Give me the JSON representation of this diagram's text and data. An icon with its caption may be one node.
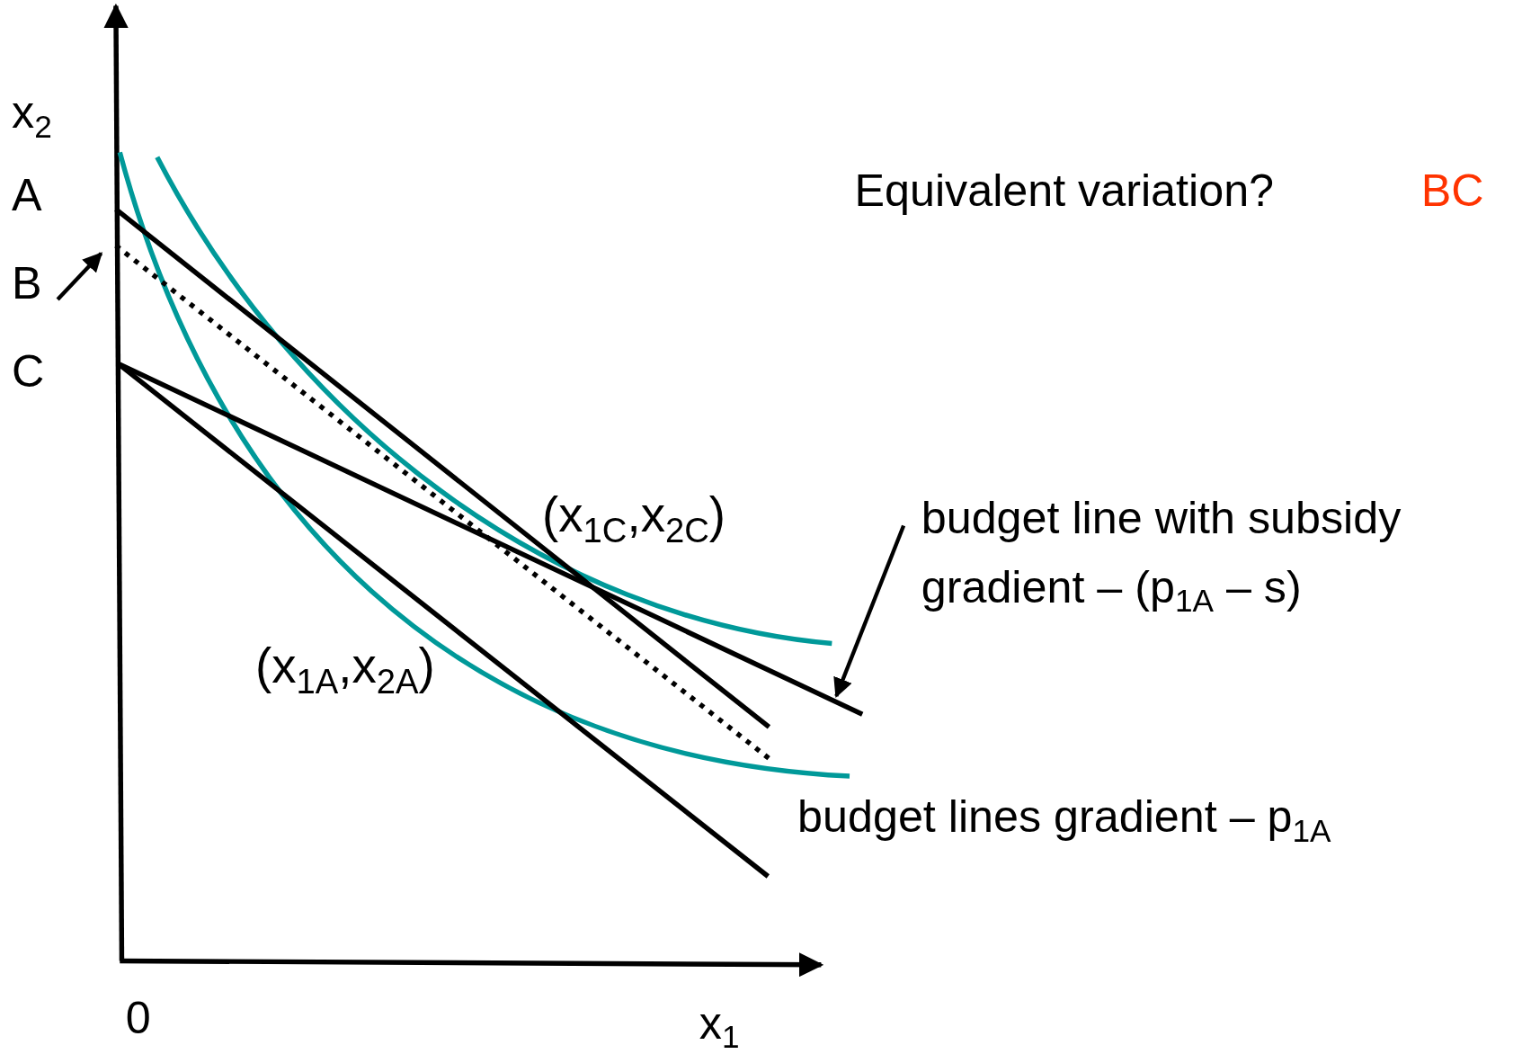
{
  "diagram": {
    "nodes": [
      {
        "text": [
          "B"
        ]
      },
      {
        "text": [],
        "shape": "line"
      },
      {
        "text": [
          "budget line with subsidy gradient – (p$_{1A}$ – s)"
        ]
      },
      {
        "text": [],
        "shape": "line"
      }
    ],
    "edges": [
      {
        "from": 0,
        "to": 1,
        "arrow": "to"
      },
      {
        "from": 2,
        "to": 3,
        "arrow": "to"
      }
    ],
    "labels": [
      "x$_{2}$",
      "A",
      "C",
      "Equivalent variation?",
      "BC",
      "(x$_{1C}$,x$_{2C}$)",
      "(x$_{1A}$,x$_{2A}$)",
      "budget lines gradient – p$_{1A}$",
      "0",
      "x$_{1}$"
    ]
  }
}
